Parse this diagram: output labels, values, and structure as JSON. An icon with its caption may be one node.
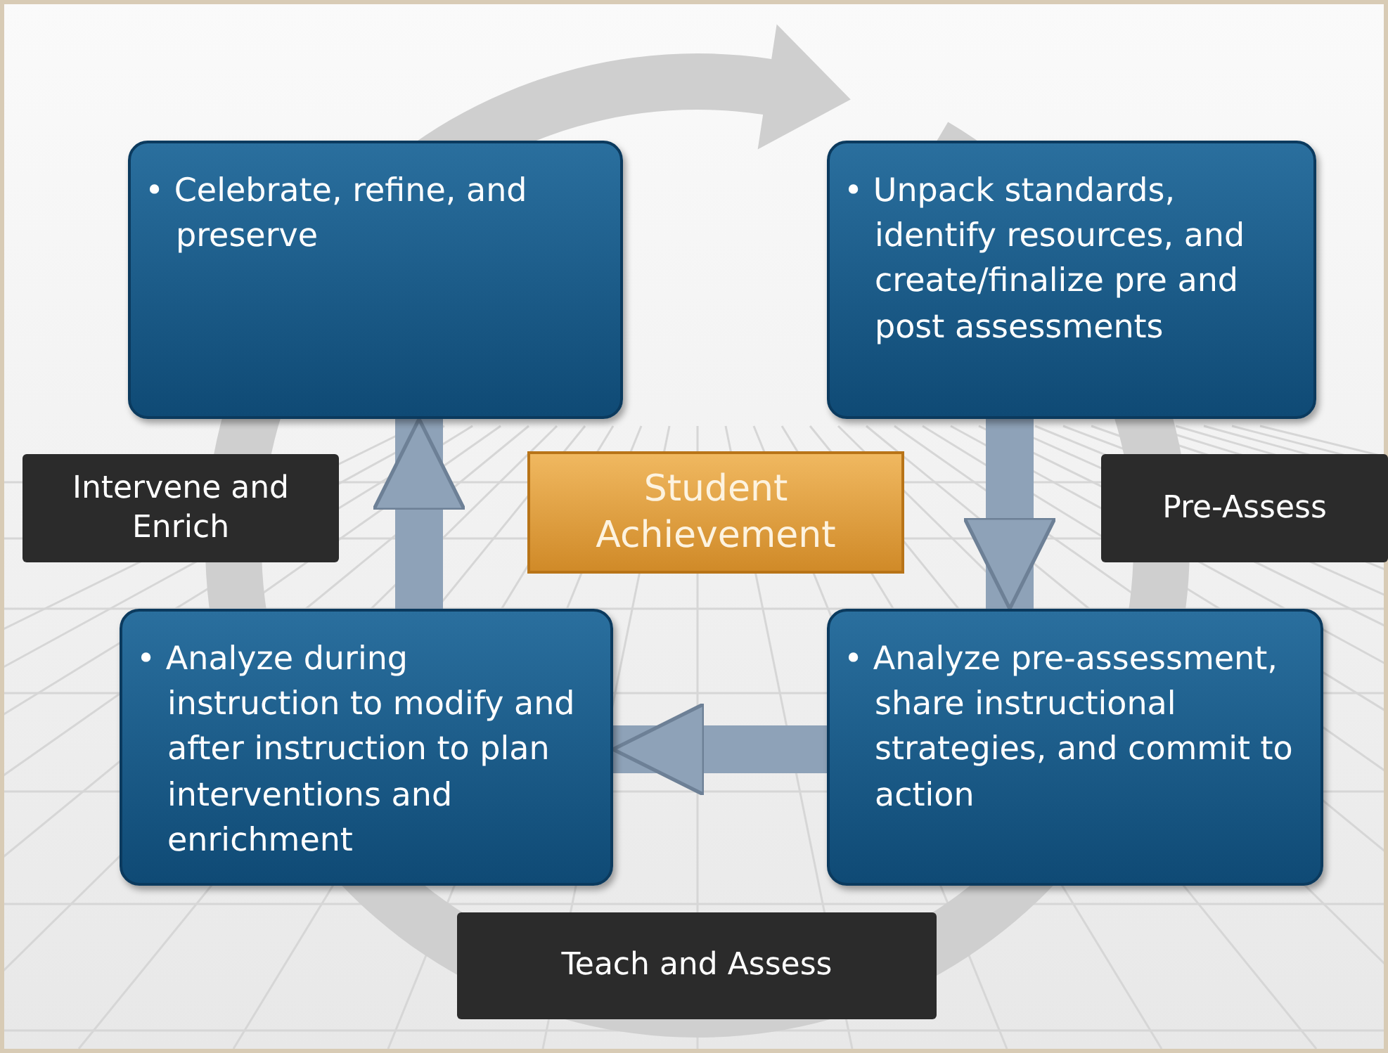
{
  "diagram": {
    "nodes": [
      {
        "text": [
          "• Celebrate, refine, and preserve"
        ]
      },
      {
        "text": [
          "• Unpack standards, identify resources, and create/finalize pre and post assessments"
        ]
      },
      {
        "text": [
          "Intervene and Enrich"
        ]
      },
      {
        "text": [
          "Student Achievement"
        ]
      },
      {
        "text": [
          "Pre-Assess"
        ]
      },
      {
        "text": [
          "• Analyze during instruction to modify and after instruction to plan interventions and enrichment"
        ]
      },
      {
        "text": [
          "• Analyze pre-assessment, share instructional strategies, and commit to action"
        ]
      },
      {
        "text": [
          "Teach and Assess"
        ]
      }
    ],
    "edges": [
      {
        "from": 5,
        "to": 0,
        "arrow": "to"
      },
      {
        "from": 1,
        "to": 6,
        "arrow": "to"
      },
      {
        "from": 6,
        "to": 5,
        "arrow": "to"
      }
    ]
  }
}
